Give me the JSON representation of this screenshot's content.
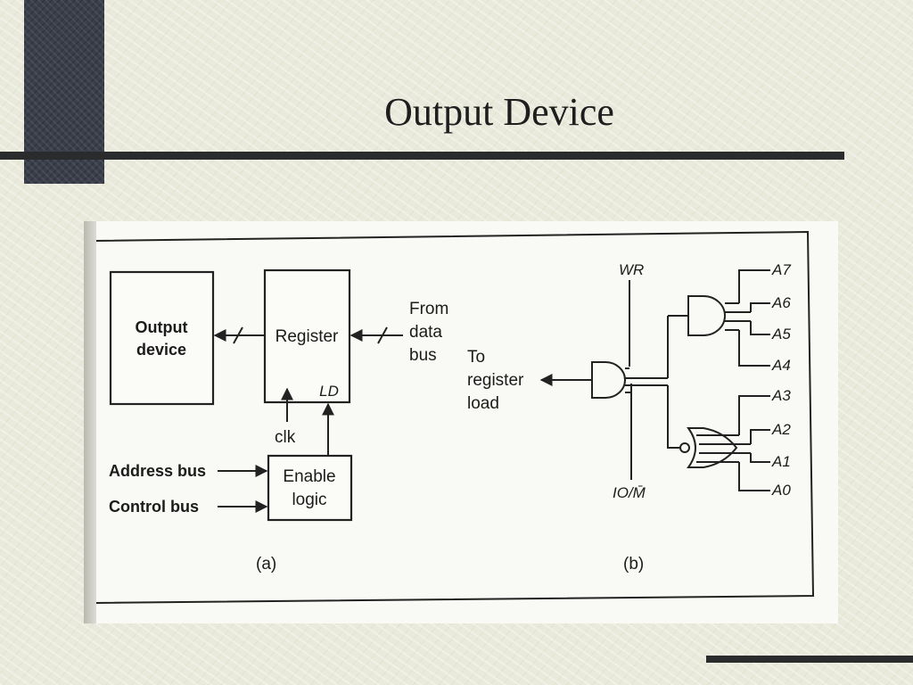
{
  "slide": {
    "title": "Output Device"
  },
  "diagram_a": {
    "output_device": [
      "Output",
      "device"
    ],
    "register": "Register",
    "ld": "LD",
    "clk": "clk",
    "from_data_bus": [
      "From",
      "data",
      "bus"
    ],
    "enable_logic": [
      "Enable",
      "logic"
    ],
    "address_bus": "Address bus",
    "control_bus": "Control bus",
    "caption": "(a)"
  },
  "diagram_b": {
    "wr": "WR",
    "io_m": "IO/M̄",
    "to_register_load": [
      "To",
      "register",
      "load"
    ],
    "address_lines": [
      "A7",
      "A6",
      "A5",
      "A4",
      "A3",
      "A2",
      "A1",
      "A0"
    ],
    "caption": "(b)"
  }
}
